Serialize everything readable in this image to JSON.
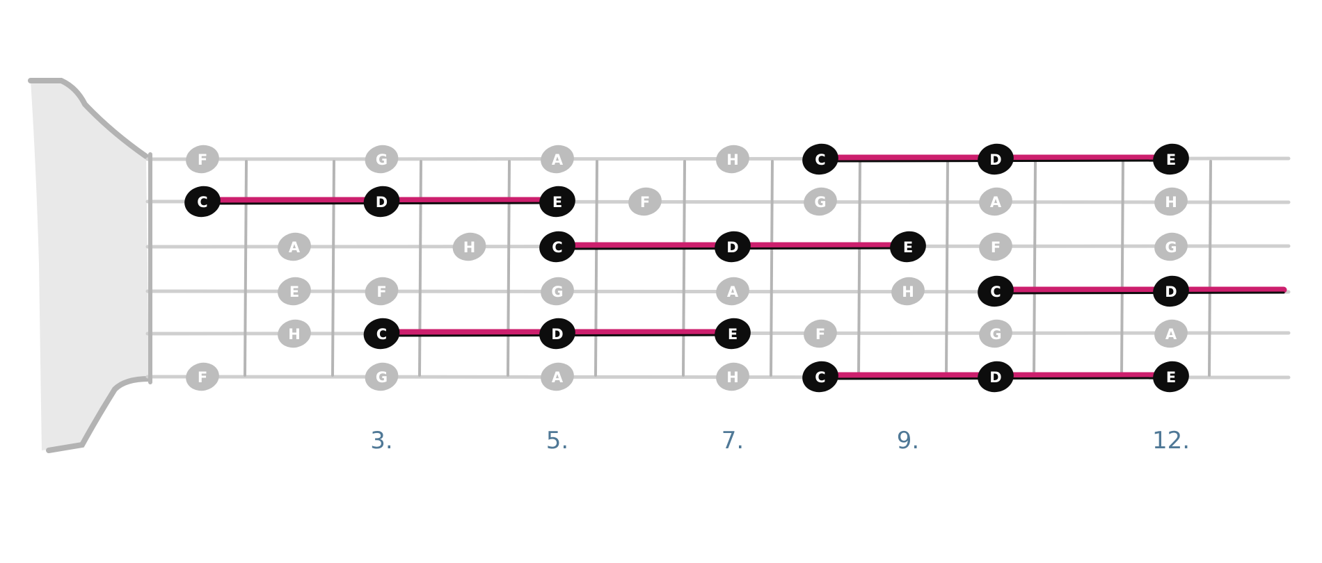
{
  "colors": {
    "background": "#ffffff",
    "string": "#cfcfcf",
    "fret": "#b5b5b5",
    "headstock_fill": "#e9e9e9",
    "headstock_stroke": "#b3b3b3",
    "ghost_note": "#bdbdbd",
    "ghost_text": "#ffffff",
    "highlight_note": "#0d0d0d",
    "highlight_text": "#ffffff",
    "connector": "#cc1f6d",
    "fret_number": "#4f7896"
  },
  "fretboard": {
    "string_count": 6,
    "fret_count": 12,
    "fret_markers": [
      {
        "fret": 3,
        "label": "3."
      },
      {
        "fret": 5,
        "label": "5."
      },
      {
        "fret": 7,
        "label": "7."
      },
      {
        "fret": 9,
        "label": "9."
      },
      {
        "fret": 12,
        "label": "12."
      }
    ]
  },
  "notes": [
    {
      "string": 1,
      "fret": 1,
      "label": "F",
      "highlight": false
    },
    {
      "string": 1,
      "fret": 3,
      "label": "G",
      "highlight": false
    },
    {
      "string": 1,
      "fret": 5,
      "label": "A",
      "highlight": false
    },
    {
      "string": 1,
      "fret": 7,
      "label": "H",
      "highlight": false
    },
    {
      "string": 1,
      "fret": 8,
      "label": "C",
      "highlight": true
    },
    {
      "string": 1,
      "fret": 10,
      "label": "D",
      "highlight": true
    },
    {
      "string": 1,
      "fret": 12,
      "label": "E",
      "highlight": true
    },
    {
      "string": 2,
      "fret": 1,
      "label": "C",
      "highlight": true
    },
    {
      "string": 2,
      "fret": 3,
      "label": "D",
      "highlight": true
    },
    {
      "string": 2,
      "fret": 5,
      "label": "E",
      "highlight": true
    },
    {
      "string": 2,
      "fret": 6,
      "label": "F",
      "highlight": false
    },
    {
      "string": 2,
      "fret": 8,
      "label": "G",
      "highlight": false
    },
    {
      "string": 2,
      "fret": 10,
      "label": "A",
      "highlight": false
    },
    {
      "string": 2,
      "fret": 12,
      "label": "H",
      "highlight": false
    },
    {
      "string": 3,
      "fret": 2,
      "label": "A",
      "highlight": false
    },
    {
      "string": 3,
      "fret": 4,
      "label": "H",
      "highlight": false
    },
    {
      "string": 3,
      "fret": 5,
      "label": "C",
      "highlight": true
    },
    {
      "string": 3,
      "fret": 7,
      "label": "D",
      "highlight": true
    },
    {
      "string": 3,
      "fret": 9,
      "label": "E",
      "highlight": true
    },
    {
      "string": 3,
      "fret": 10,
      "label": "F",
      "highlight": false
    },
    {
      "string": 3,
      "fret": 12,
      "label": "G",
      "highlight": false
    },
    {
      "string": 4,
      "fret": 2,
      "label": "E",
      "highlight": false
    },
    {
      "string": 4,
      "fret": 3,
      "label": "F",
      "highlight": false
    },
    {
      "string": 4,
      "fret": 5,
      "label": "G",
      "highlight": false
    },
    {
      "string": 4,
      "fret": 7,
      "label": "A",
      "highlight": false
    },
    {
      "string": 4,
      "fret": 9,
      "label": "H",
      "highlight": false
    },
    {
      "string": 4,
      "fret": 10,
      "label": "C",
      "highlight": true
    },
    {
      "string": 4,
      "fret": 12,
      "label": "D",
      "highlight": true
    },
    {
      "string": 5,
      "fret": 2,
      "label": "H",
      "highlight": false
    },
    {
      "string": 5,
      "fret": 3,
      "label": "C",
      "highlight": true
    },
    {
      "string": 5,
      "fret": 5,
      "label": "D",
      "highlight": true
    },
    {
      "string": 5,
      "fret": 7,
      "label": "E",
      "highlight": true
    },
    {
      "string": 5,
      "fret": 8,
      "label": "F",
      "highlight": false
    },
    {
      "string": 5,
      "fret": 10,
      "label": "G",
      "highlight": false
    },
    {
      "string": 5,
      "fret": 12,
      "label": "A",
      "highlight": false
    },
    {
      "string": 6,
      "fret": 1,
      "label": "F",
      "highlight": false
    },
    {
      "string": 6,
      "fret": 3,
      "label": "G",
      "highlight": false
    },
    {
      "string": 6,
      "fret": 5,
      "label": "A",
      "highlight": false
    },
    {
      "string": 6,
      "fret": 7,
      "label": "H",
      "highlight": false
    },
    {
      "string": 6,
      "fret": 8,
      "label": "C",
      "highlight": true
    },
    {
      "string": 6,
      "fret": 10,
      "label": "D",
      "highlight": true
    },
    {
      "string": 6,
      "fret": 12,
      "label": "E",
      "highlight": true
    }
  ],
  "connectors": [
    {
      "string": 1,
      "from_fret": 8,
      "to_fret": 12
    },
    {
      "string": 2,
      "from_fret": 1,
      "to_fret": 5
    },
    {
      "string": 3,
      "from_fret": 5,
      "to_fret": 9
    },
    {
      "string": 4,
      "from_fret": 10,
      "to_fret": 13
    },
    {
      "string": 5,
      "from_fret": 3,
      "to_fret": 7
    },
    {
      "string": 6,
      "from_fret": 8,
      "to_fret": 12
    }
  ]
}
